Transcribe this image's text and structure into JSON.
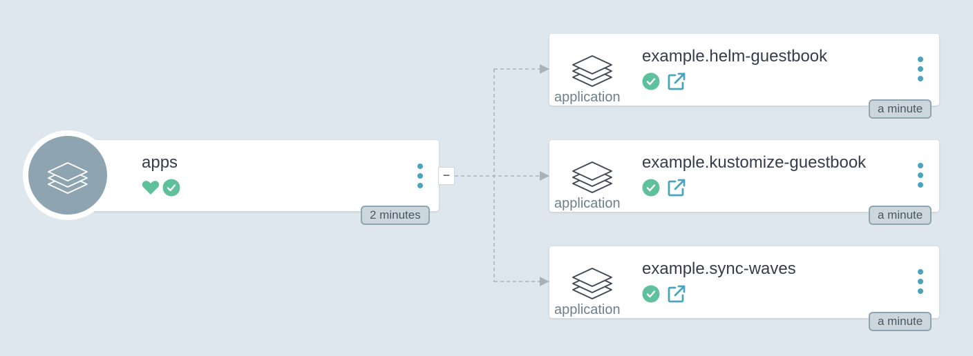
{
  "root": {
    "title": "apps",
    "age": "2 minutes",
    "collapse_label": "−",
    "health_icon": "heart-icon",
    "sync_icon": "check-circle-icon",
    "kind_icon": "stacked-layers-icon"
  },
  "children": [
    {
      "title": "example.helm-guestbook",
      "kind": "application",
      "age": "a minute",
      "sync_icon": "check-circle-icon",
      "link_icon": "external-link-icon"
    },
    {
      "title": "example.kustomize-guestbook",
      "kind": "application",
      "age": "a minute",
      "sync_icon": "check-circle-icon",
      "link_icon": "external-link-icon"
    },
    {
      "title": "example.sync-waves",
      "kind": "application",
      "age": "a minute",
      "sync_icon": "check-circle-icon",
      "link_icon": "external-link-icon"
    }
  ],
  "colors": {
    "background": "#dee6ee",
    "card": "#ffffff",
    "healthy": "#5ec19c",
    "accent": "#4aa4bd",
    "root_circle": "#8fa4b1",
    "connector": "#a8b0b8"
  }
}
